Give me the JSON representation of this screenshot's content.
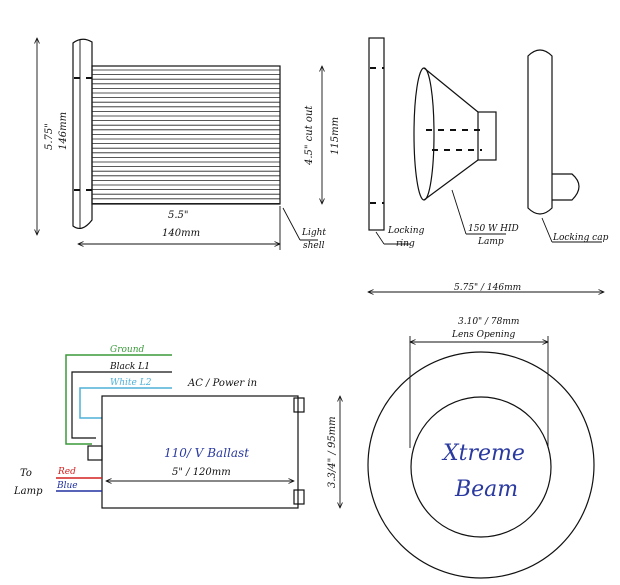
{
  "spool": {
    "height_in": "5.75\"",
    "height_mm": "146mm",
    "cutout_in": "4.5\" cut out",
    "cutout_mm": "115mm",
    "width_in": "5.5\"",
    "width_mm": "140mm",
    "light_shell_line1": "Light",
    "light_shell_line2": "shell"
  },
  "parts": {
    "locking_ring_line1": "Locking",
    "locking_ring_line2": "ring",
    "lamp_line1": "150 W HID",
    "lamp_line2": "Lamp",
    "locking_cap": "Locking cap"
  },
  "ballast": {
    "ground": "Ground",
    "black": "Black L1",
    "white": "White L2",
    "ac_power": "AC / Power in",
    "title": "110/ V Ballast",
    "length": "5\" / 120mm",
    "height": "3.3/4\" / 95mm",
    "to": "To",
    "lamp": "Lamp",
    "red": "Red",
    "blue": "Blue",
    "colors": {
      "ground": "#3a9a3a",
      "white": "#4fb0d8",
      "red": "#d42020",
      "blue": "#2030a0"
    }
  },
  "lens": {
    "outer_dim": "5.75\" / 146mm",
    "inner_dim_line1": "3.10\" / 78mm",
    "inner_dim_line2": "Lens Opening",
    "brand_line1": "Xtreme",
    "brand_line2": "Beam",
    "brand_color": "#2a3aa0"
  }
}
